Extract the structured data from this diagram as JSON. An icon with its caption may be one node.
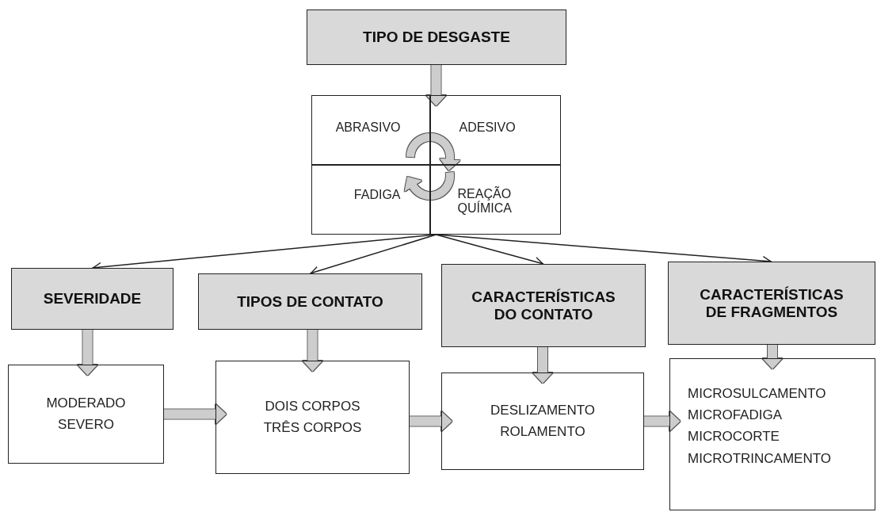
{
  "diagram": {
    "nodes": [
      {
        "text": [
          "TIPO DE DESGASTE"
        ]
      },
      {
        "text": [],
        "shape": "box"
      },
      {
        "text": [
          "ABRASIVO"
        ],
        "in": 1
      },
      {
        "text": [
          "ADESIVO"
        ],
        "in": 1
      },
      {
        "text": [
          "FADIGA"
        ],
        "in": 1
      },
      {
        "text": [
          "REAÇÃO QUÍMICA"
        ],
        "in": 1
      },
      {
        "text": [
          "SEVERIDADE"
        ]
      },
      {
        "text": [
          "MODERADO",
          "SEVERO"
        ]
      },
      {
        "text": [
          "TIPOS DE CONTATO"
        ]
      },
      {
        "text": [
          "DOIS CORPOS",
          "TRÊS CORPOS"
        ]
      },
      {
        "text": [
          "CARACTERÍSTICAS DO CONTATO"
        ]
      },
      {
        "text": [
          "DESLIZAMENTO",
          "ROLAMENTO"
        ]
      },
      {
        "text": [
          "CARACTERÍSTICAS DE FRAGMENTOS"
        ]
      },
      {
        "text": [
          "MICROSULCAMENTO",
          "MICROFADIGA",
          "MICROCORTE",
          "MICROTRINCAMENTO"
        ]
      }
    ],
    "edges": [
      {
        "from": 0,
        "to": 1,
        "arrow": "to"
      },
      {
        "from": 2,
        "to": 3,
        "arrow": "to"
      },
      {
        "from": 5,
        "to": 4,
        "arrow": "to"
      },
      {
        "from": 1,
        "to": 6,
        "arrow": "to",
        "color": "#222222"
      },
      {
        "from": 1,
        "to": 8,
        "arrow": "to",
        "color": "#222222"
      },
      {
        "from": 1,
        "to": 10,
        "arrow": "to",
        "color": "#222222"
      },
      {
        "from": 1,
        "to": 12,
        "arrow": "to",
        "color": "#222222"
      },
      {
        "from": 6,
        "to": 7,
        "arrow": "to"
      },
      {
        "from": 8,
        "to": 9,
        "arrow": "to"
      },
      {
        "from": 10,
        "to": 11,
        "arrow": "to"
      },
      {
        "from": 12,
        "to": 13,
        "arrow": "to"
      },
      {
        "from": 7,
        "to": 9,
        "arrow": "to"
      },
      {
        "from": 9,
        "to": 11,
        "arrow": "to"
      },
      {
        "from": 11,
        "to": 13,
        "arrow": "to"
      }
    ]
  }
}
